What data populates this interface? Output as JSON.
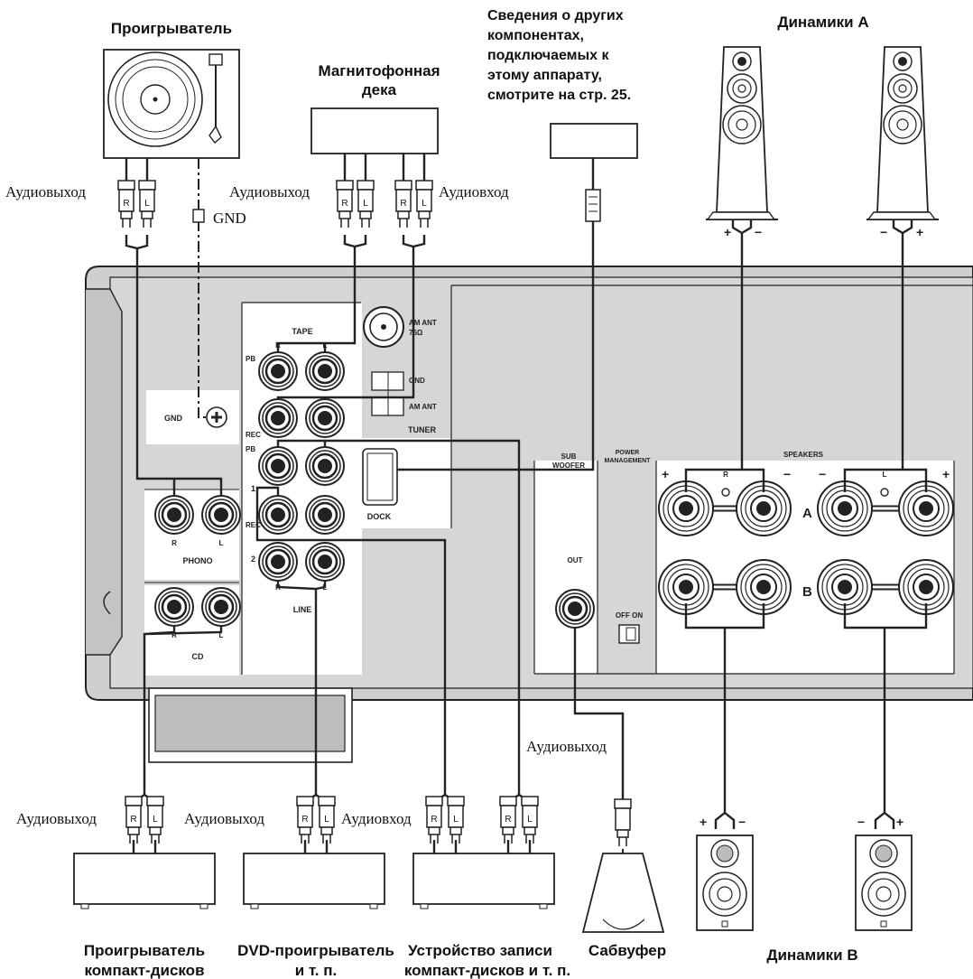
{
  "labels": {
    "turntable": "Проигрыватель",
    "tape_deck_l1": "Магнитофонная",
    "tape_deck_l2": "дека",
    "other_l1": "Сведения о других",
    "other_l2": "компонентах,",
    "other_l3": "подключаемых к",
    "other_l4": "этому аппарату,",
    "other_l5": "смотрите на стр. 25.",
    "speakers_a": "Динамики A",
    "speakers_b": "Динамики B",
    "cd_player_l1": "Проигрыватель",
    "cd_player_l2": "компакт-дисков",
    "dvd_l1": "DVD-проигрыватель",
    "dvd_l2": "и т. п.",
    "cd_rec_l1": "Устройство записи",
    "cd_rec_l2": "компакт-дисков и т. п.",
    "subwoofer": "Сабвуфер"
  },
  "cable_labels": {
    "audio_out": "Аудиовыход",
    "audio_in": "Аудиовход",
    "gnd": "GND",
    "plug_r": "R",
    "plug_l": "L"
  },
  "panel": {
    "tape": "TAPE",
    "pb": "PB",
    "rec": "REC",
    "gnd": "GND",
    "phono": "PHONO",
    "cd": "CD",
    "line": "LINE",
    "line_1": "1",
    "line_2": "2",
    "am_ant_l1": "AM ANT",
    "am_ant_l2": "75Ω",
    "gnd_ant": "GND",
    "am_ant": "AM ANT",
    "tuner": "TUNER",
    "dock": "DOCK",
    "sub_l1": "SUB",
    "sub_l2": "WOOFER",
    "out": "OUT",
    "pm_l1": "POWER",
    "pm_l2": "MANAGEMENT",
    "off_on": "OFF ON",
    "speakers": "SPEAKERS",
    "spk_a": "A",
    "spk_b": "B",
    "r_mark": "R",
    "l_mark": "L",
    "plus": "+",
    "minus": "−"
  }
}
